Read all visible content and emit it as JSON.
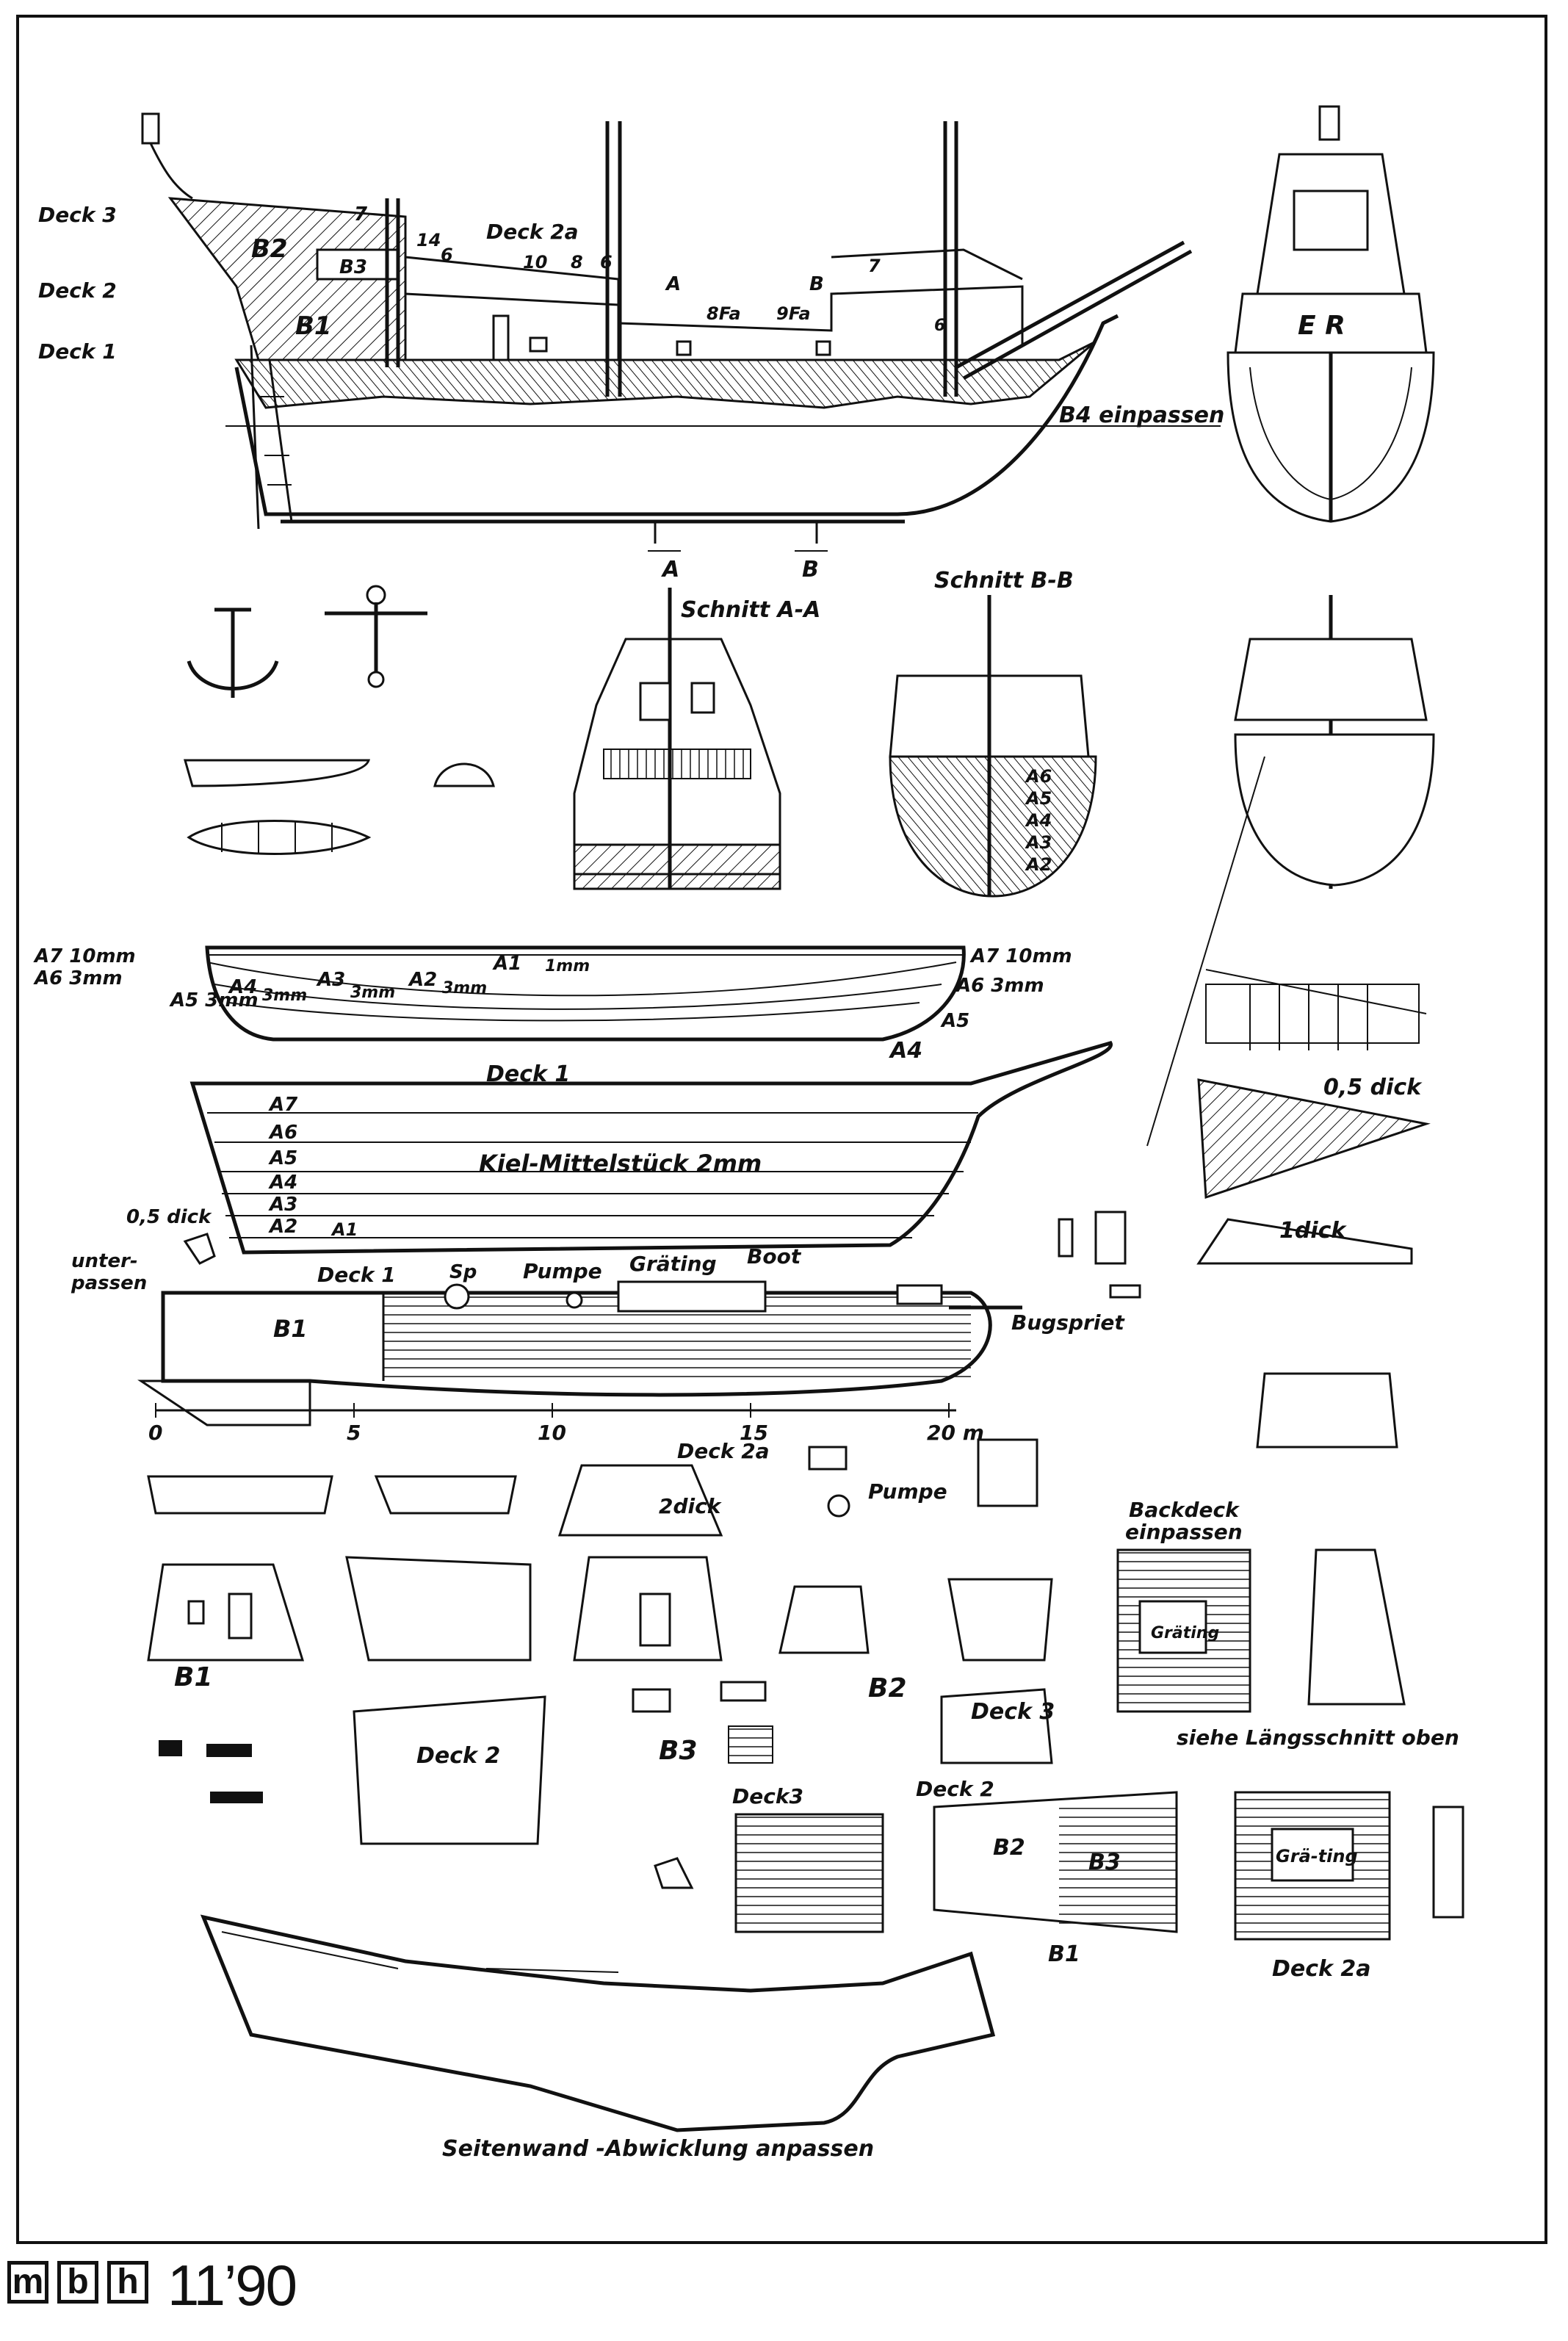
{
  "profile": {
    "deck3": "Deck 3",
    "deck2": "Deck 2",
    "deck1": "Deck 1",
    "deck2a": "Deck 2a",
    "b1": "B1",
    "b2": "B2",
    "b3": "B3",
    "n7a": "7",
    "n14": "14",
    "n6a": "6",
    "n10": "10",
    "n8": "8",
    "n6b": "6",
    "n7b": "7",
    "n6c": "6",
    "fa8": "8Fa",
    "fa9": "9Fa",
    "secA": "A",
    "secB": "B",
    "secA2": "A",
    "secB2": "B",
    "b4": "B4 einpassen"
  },
  "stern_view": {
    "monogram": "E R"
  },
  "sections": {
    "schnitt_aa": "Schnitt A-A",
    "schnitt_bb": "Schnitt B-B",
    "layers": [
      "A6",
      "A5",
      "A4",
      "A3",
      "A2"
    ]
  },
  "keel_plan": {
    "a7_left": "A7 10mm",
    "a6_left": "A6 3mm",
    "a5_left": "A5 3mm",
    "a4": "A4",
    "a4_3": "3mm",
    "a3": "A3",
    "a3_3": "3mm",
    "a2": "A2",
    "a2_3": "3mm",
    "a1": "A1",
    "a1_1": "1mm",
    "a7_right": "A7 10mm",
    "a6_right": "A6 3mm",
    "a5_right": "A5",
    "a4_bottom": "A4"
  },
  "keel_profile": {
    "deck1": "Deck 1",
    "layers": [
      "A7",
      "A6",
      "A5",
      "A4",
      "A3",
      "A2",
      "A1"
    ],
    "center": "Kiel-Mittelstück 2mm"
  },
  "deck_plan": {
    "dick05": "0,5 dick",
    "unter": "unter-",
    "passen": "passen",
    "deck1": "Deck 1",
    "b1": "B1",
    "sp": "Sp",
    "pumpe": "Pumpe",
    "grating": "Gräting",
    "boot": "Boot",
    "bugspriet": "Bugspriet",
    "scale": [
      "0",
      "5",
      "10",
      "15",
      "20 m"
    ]
  },
  "right_parts": {
    "dick05": "0,5 dick",
    "dick1": "1dick"
  },
  "mid_parts": {
    "deck2a": "Deck 2a",
    "dick2": "2dick",
    "pumpe": "Pumpe",
    "backdeck": "Backdeck",
    "einpassen": "einpassen"
  },
  "bulkheads": {
    "b1": "B1",
    "b2": "B2",
    "b3": "B3",
    "deck2": "Deck 2",
    "deck3": "Deck 3",
    "grating": "Gräting",
    "siehe": "siehe Längsschnitt oben"
  },
  "deck_sheets": {
    "deck3": "Deck3",
    "deck2": "Deck 2",
    "b2": "B2",
    "b3": "B3",
    "b1": "B1",
    "grating": "Grä-ting",
    "deck2a": "Deck 2a"
  },
  "side_wall": {
    "caption": "Seitenwand -Abwicklung anpassen"
  },
  "footer": {
    "logo": [
      "m",
      "b",
      "h"
    ],
    "issue": "11’90"
  }
}
